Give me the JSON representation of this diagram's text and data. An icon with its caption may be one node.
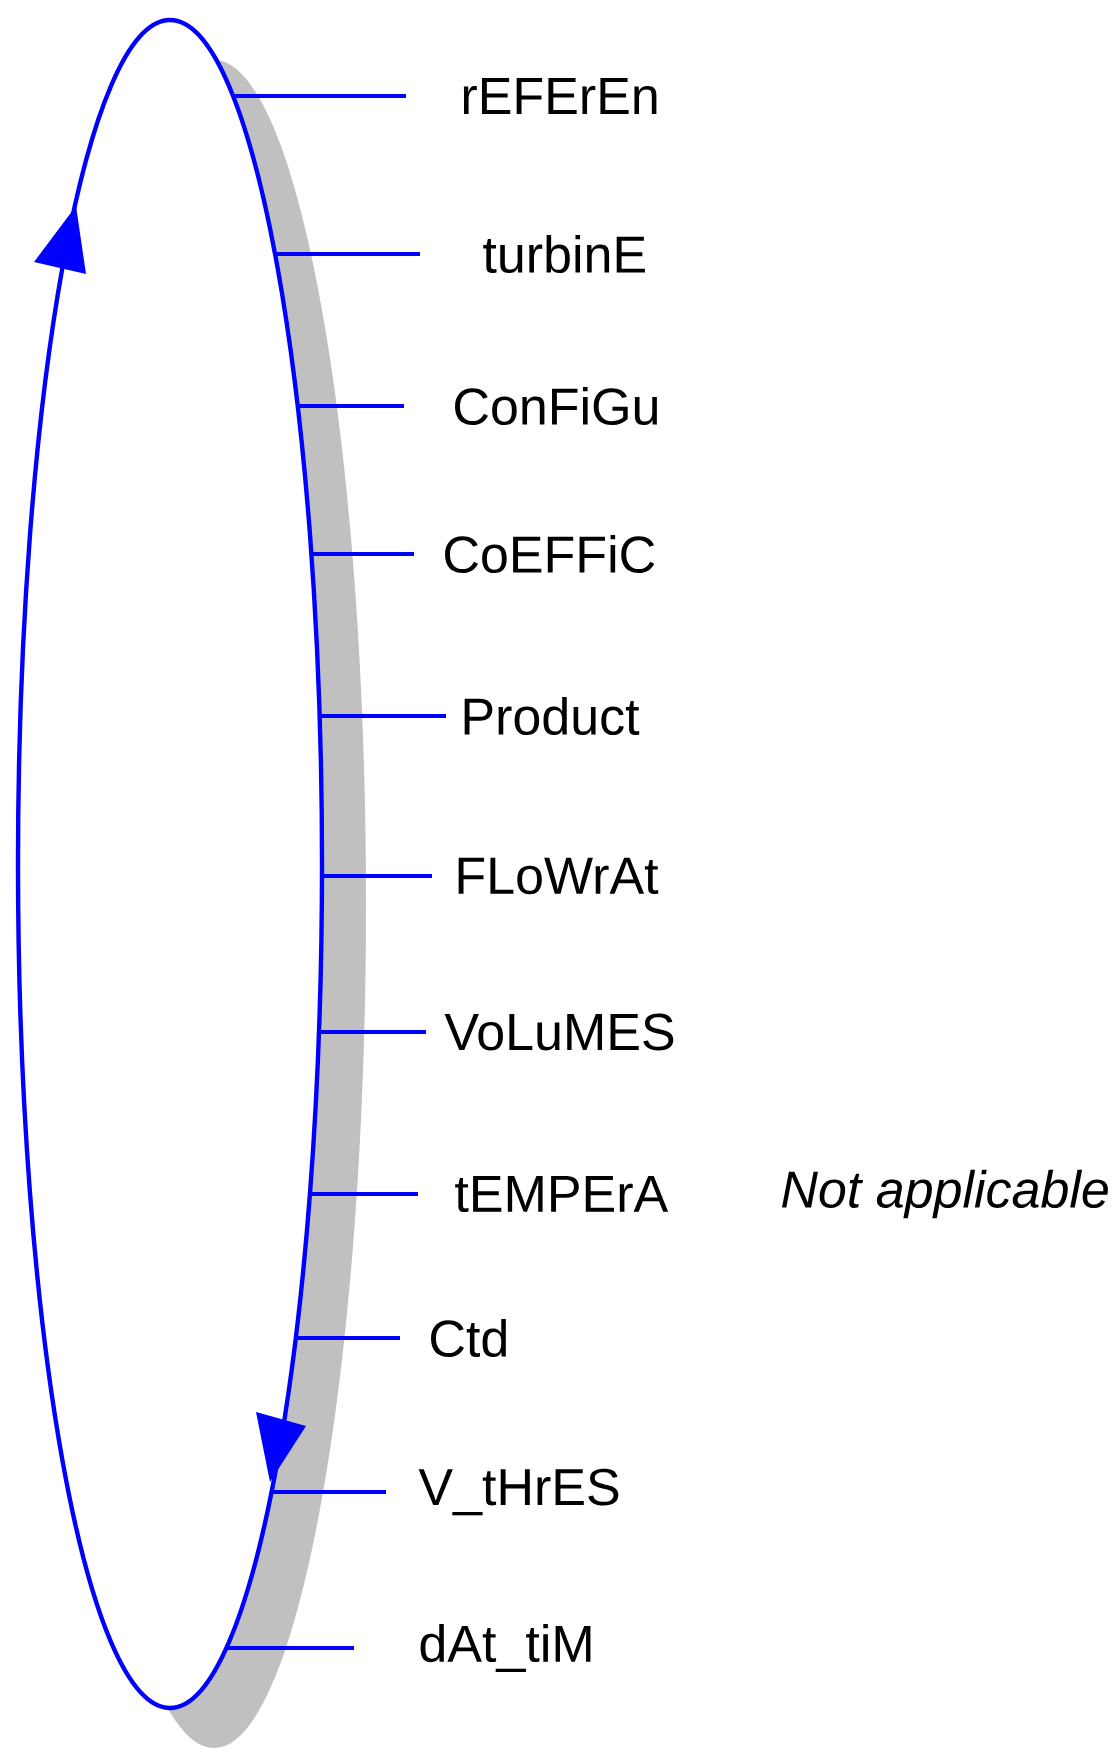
{
  "diagram": {
    "nodes": [
      {
        "text": [],
        "shape": "ellipse"
      },
      {
        "text": [
          "rEFErEn"
        ]
      },
      {
        "text": [
          "turbinE"
        ]
      },
      {
        "text": [
          "ConFiGu"
        ]
      },
      {
        "text": [
          "CoEFFiC"
        ]
      },
      {
        "text": [
          "Product"
        ]
      },
      {
        "text": [
          "FLoWrAt"
        ]
      },
      {
        "text": [
          "VoLuMES"
        ]
      },
      {
        "text": [
          "tEMPErA"
        ]
      },
      {
        "text": [
          "Ctd"
        ]
      },
      {
        "text": [
          "V_tHrES"
        ]
      },
      {
        "text": [
          "dAt_tiM"
        ]
      }
    ],
    "edges": [
      {
        "from": 1,
        "to": 0,
        "arrow": "none"
      },
      {
        "from": 2,
        "to": 0,
        "arrow": "none"
      },
      {
        "from": 3,
        "to": 0,
        "arrow": "none"
      },
      {
        "from": 4,
        "to": 0,
        "arrow": "none"
      },
      {
        "from": 5,
        "to": 0,
        "arrow": "none"
      },
      {
        "from": 6,
        "to": 0,
        "arrow": "none"
      },
      {
        "from": 7,
        "to": 0,
        "arrow": "none"
      },
      {
        "from": 8,
        "to": 0,
        "arrow": "none"
      },
      {
        "from": 9,
        "to": 0,
        "arrow": "none"
      },
      {
        "from": 10,
        "to": 0,
        "arrow": "none"
      },
      {
        "from": 11,
        "to": 0,
        "arrow": "none"
      }
    ],
    "labels": [
      "Not applicable"
    ]
  }
}
